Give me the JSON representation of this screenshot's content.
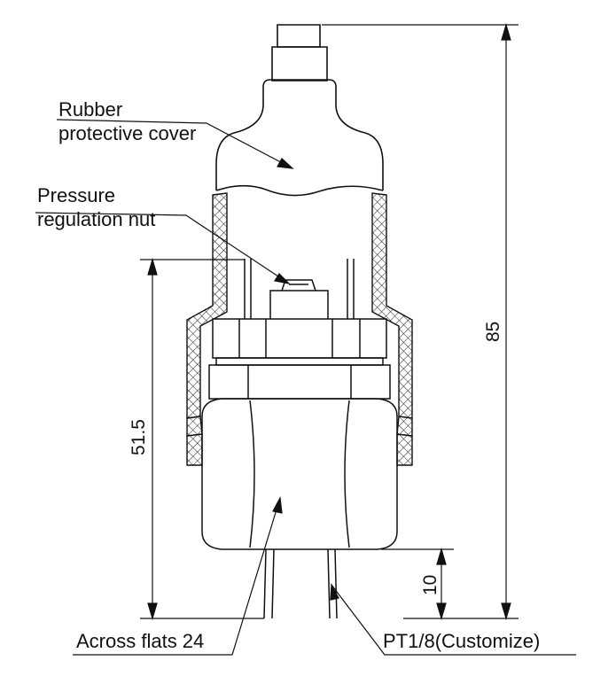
{
  "labels": {
    "rubber_line1": "Rubber",
    "rubber_line2": "protective cover",
    "nut_line1": "Pressure",
    "nut_line2": "regulation nut",
    "across_flats": "Across flats 24",
    "thread": "PT1/8(Customize)"
  },
  "dimensions": {
    "overall_height": "85",
    "body_height": "51.5",
    "thread_length": "10"
  }
}
